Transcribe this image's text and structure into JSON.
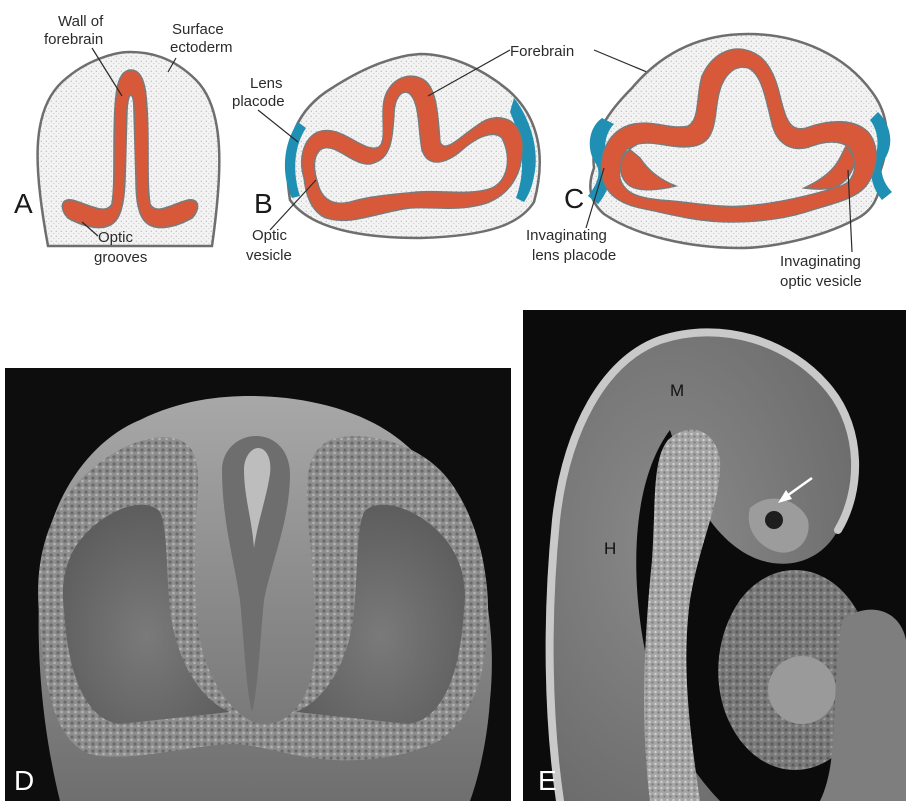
{
  "panels": {
    "a": {
      "letter": "A",
      "labels": {
        "wall_line1": "Wall of",
        "wall_line2": "forebrain",
        "surface_line1": "Surface",
        "surface_line2": "ectoderm",
        "optic_line1": "Optic",
        "optic_line2": "grooves"
      }
    },
    "b": {
      "letter": "B",
      "labels": {
        "lens_line1": "Lens",
        "lens_line2": "placode",
        "forebrain": "Forebrain",
        "vesicle_line1": "Optic",
        "vesicle_line2": "vesicle"
      }
    },
    "c": {
      "letter": "C",
      "labels": {
        "inv_lens_line1": "Invaginating",
        "inv_lens_line2": "lens placode",
        "inv_optic_line1": "Invaginating",
        "inv_optic_line2": "optic vesicle"
      }
    },
    "d": {
      "letter": "D"
    },
    "e": {
      "letter": "E",
      "marks": {
        "m": "M",
        "h": "H"
      }
    }
  },
  "colors": {
    "neural_tissue": "#d8583a",
    "lens_placode": "#1f8fb3",
    "ectoderm_outline": "#6e6e6e",
    "mesenchyme_fill": "#eeeeee",
    "sem_background": "#0b0b0b"
  }
}
